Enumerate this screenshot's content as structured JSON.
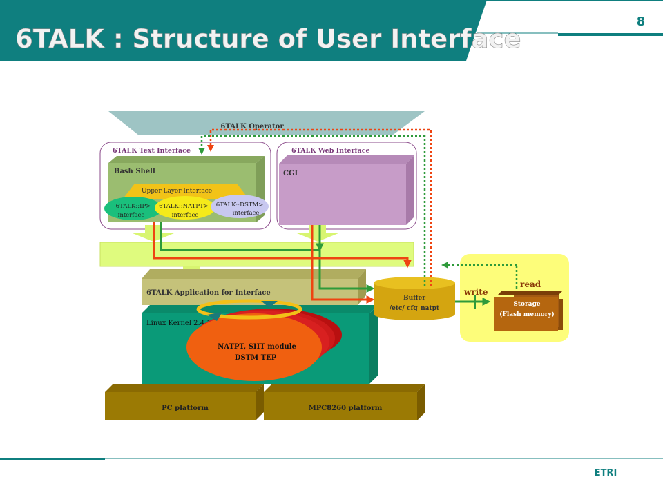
{
  "slide": {
    "title": "6TALK : Structure of User Interface",
    "page_number": "8",
    "footer": "ETRI"
  },
  "diagram": {
    "operator": "6TALK Operator",
    "text_interface": "6TALK Text Interface",
    "web_interface": "6TALK Web Interface",
    "bash_shell": "Bash Shell",
    "cgi": "CGI",
    "upper_layer": "Upper Layer Interface",
    "ip_iface": [
      "6TALK::IP>",
      "interface"
    ],
    "natpt_iface": [
      "6TALK::NATPT>",
      "interface"
    ],
    "dstm_iface": [
      "6TALK::DSTM>",
      "interface"
    ],
    "app": "6TALK Application for Interface",
    "kernel": "Linux Kernel 2.4.18",
    "module": [
      "NATPT, SIIT module",
      "DSTM TEP"
    ],
    "buffer": [
      "Buffer",
      "/etc/ cfg_natpt"
    ],
    "write": "write",
    "read": "read",
    "storage": [
      "Storage",
      "(Flash memory)"
    ],
    "pc": "PC platform",
    "mpc": "MPC8260 platform"
  },
  "colors": {
    "teal": "#0f7f7f",
    "green_arrow": "#2e9a3a",
    "red_arrow": "#ee4411",
    "lavender": "#c79cc8",
    "olive": "#9bbd70",
    "kernel_green": "#0a9a78",
    "platform": "#9b7a04"
  }
}
